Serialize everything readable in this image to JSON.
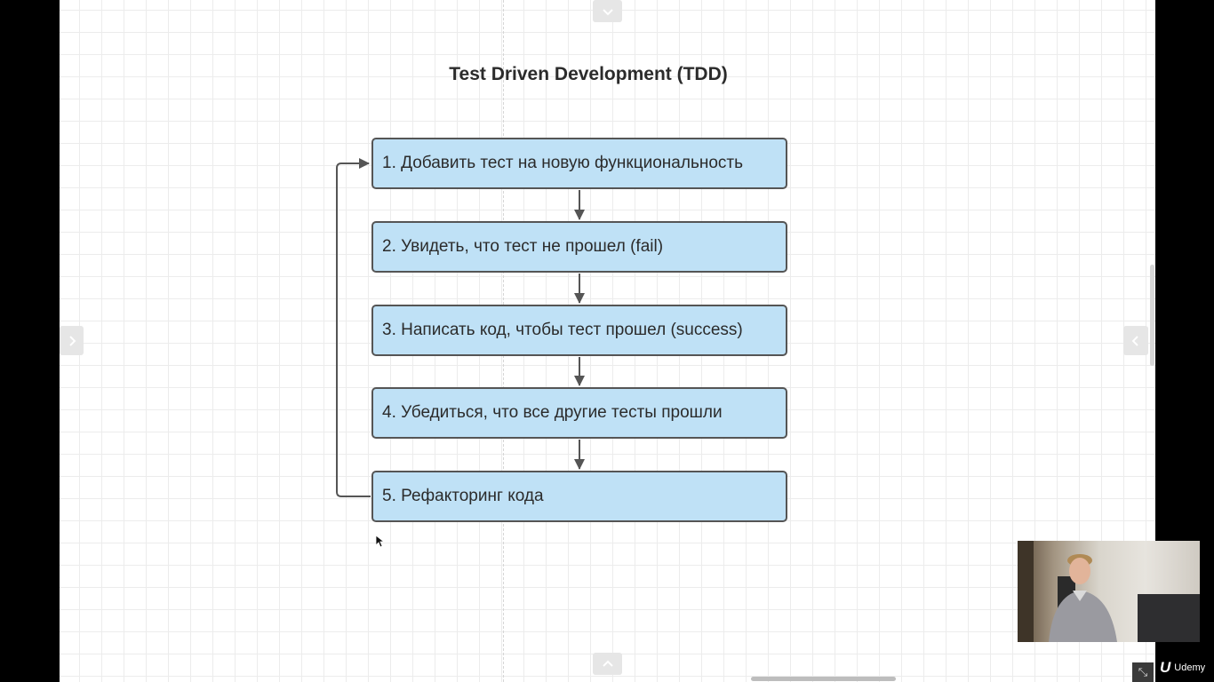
{
  "diagram": {
    "title": "Test Driven Development (TDD)",
    "steps": [
      {
        "label": "1. Добавить тест на новую функциональность"
      },
      {
        "label": "2. Увидеть, что тест не прошел (fail)"
      },
      {
        "label": "3. Написать код, чтобы тест прошел (success)"
      },
      {
        "label": "4. Убедиться, что все другие тесты прошли"
      },
      {
        "label": "5. Рефакторинг кода"
      }
    ],
    "colors": {
      "box_fill": "#bfe1f6",
      "box_border": "#555555",
      "arrow": "#555555"
    }
  },
  "controls": {
    "nav_up_icon": "chevron-up-icon",
    "nav_down_icon": "chevron-down-icon",
    "nav_left_icon": "chevron-right-icon",
    "nav_right_icon": "chevron-left-icon"
  },
  "player": {
    "brand_text": "Udemy",
    "brand_mark": "U"
  }
}
